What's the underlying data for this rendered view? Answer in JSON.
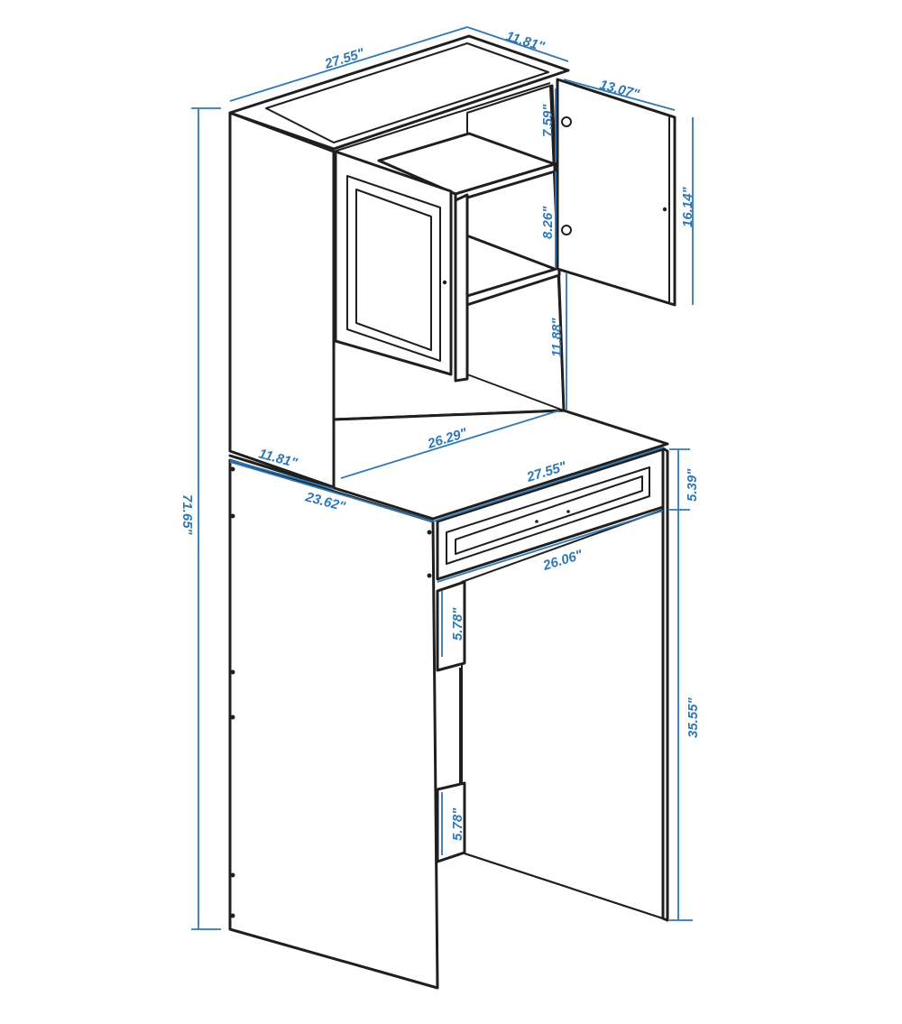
{
  "colors": {
    "dimension": "#2f78b5",
    "outline": "#1f1f1f",
    "fill": "#ffffff"
  },
  "dimensions": {
    "top_width": "27.55\"",
    "top_depth": "11.81\"",
    "door_width": "13.07\"",
    "shelf_upper": "7.59\"",
    "shelf_middle": "8.26\"",
    "door_height": "16.14\"",
    "shelf_lower": "11.88\"",
    "inner_width": "26.29\"",
    "counter_depth": "11.81\"",
    "counter_width": "27.55\"",
    "drawer_height": "5.39\"",
    "base_depth": "23.62\"",
    "drawer_width": "26.06\"",
    "total_height": "71.65\"",
    "rail_upper": "5.78\"",
    "rail_lower": "5.78\"",
    "base_height": "35.55\""
  }
}
